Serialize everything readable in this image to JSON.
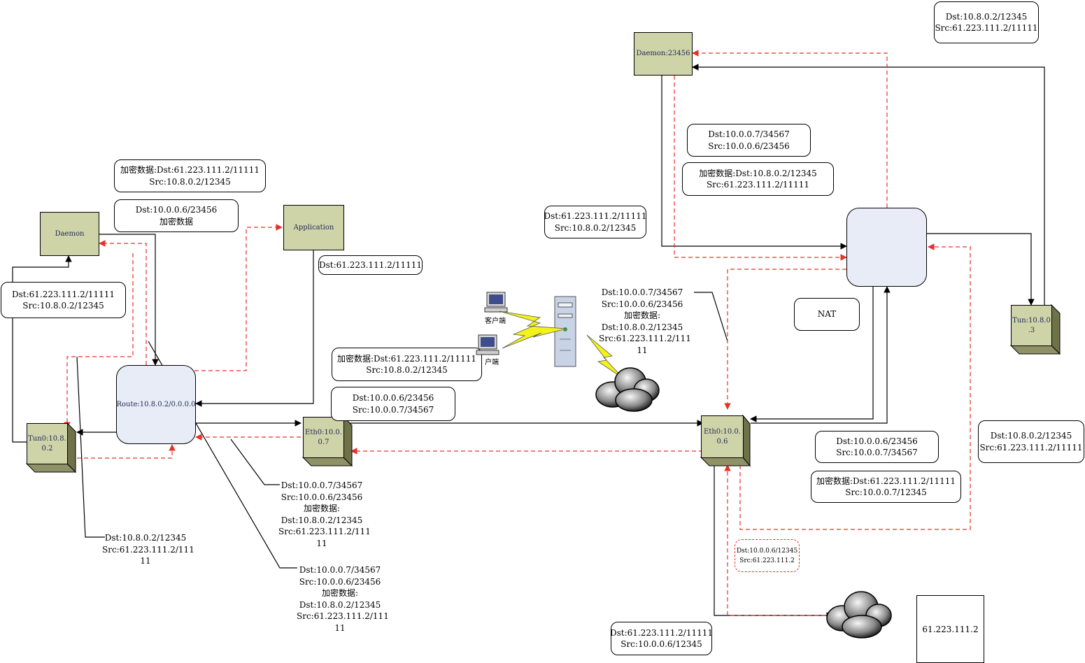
{
  "nodes": {
    "daemon_left": "Daemon",
    "application": "Application",
    "route": "Route:10.8.0.2/0.0.0.0",
    "tun_left": "Tun0:10.8.\n0.2",
    "eth_left": "Eth0:10.0.\n0.7",
    "daemon_right": "Daemon:23456",
    "eth_right": "Eth0:10.0.\n0.6",
    "tun_right": "Tun:10.8.0\n.3",
    "nat": "NAT",
    "public_ip": "61.223.111.2",
    "client_1": "客户端",
    "client_2": "户端"
  },
  "labels": {
    "l1": "加密数据:Dst:61.223.111.2/11111\nSrc:10.8.0.2/12345",
    "l2": "Dst:10.0.0.6/23456\n加密数据",
    "l3": "Dst:61.223.111.2/11111",
    "l4": "Dst:61.223.111.2/11111\nSrc:10.8.0.2/12345",
    "l5": "加密数据:Dst:61.223.111.2/11111\nSrc:10.8.0.2/12345",
    "l6": "Dst:10.0.0.6/23456\nSrc:10.0.0.7/34567",
    "l7": "Dst:10.0.0.7/34567\nSrc:10.0.0.6/23456\n加密数据:\nDst:10.8.0.2/12345\nSrc:61.223.111.2/111\n11",
    "l8": "Dst:10.8.0.2/12345\nSrc:61.223.111.2/111\n11",
    "l9": "Dst:10.0.0.7/34567\nSrc:10.0.0.6/23456\n加密数据:\nDst:10.8.0.2/12345\nSrc:61.223.111.2/111\n11",
    "l10": "Dst:10.0.0.7/34567\nSrc:10.0.0.6/23456\n加密数据:\nDst:10.8.0.2/12345\nSrc:61.223.111.2/111\n11",
    "l11": "Dst:10.8.0.2/12345\nSrc:61.223.111.2/11111",
    "l12": "Dst:10.0.0.7/34567\nSrc:10.0.0.6/23456",
    "l13": "加密数据:Dst:10.8.0.2/12345\nSrc:61.223.111.2/11111",
    "l14": "Dst:61.223.111.2/11111\nSrc:10.8.0.2/12345",
    "l15": "Dst:10.0.0.6/23456\nSrc:10.0.0.7/34567",
    "l16": "加密数据:Dst:61.223.111.2/11111\nSrc:10.0.0.7/12345",
    "l17": "Dst:10.8.0.2/12345\nSrc:61.223.111.2/11111",
    "l18": "Dst:10.0.0.6/12345\nSrc:61.223.111.2",
    "l19": "Dst:61.223.111.2/11111\nSrc:10.0.0.6/12345"
  },
  "colors": {
    "node_fill": "#cfd3a8",
    "router_fill": "#e8ecf6",
    "dashed_arrow": "#e8302a",
    "solid_arrow": "#000000"
  },
  "icons": [
    "computer-icon",
    "server-icon",
    "lightning-icon",
    "cloud-icon"
  ]
}
